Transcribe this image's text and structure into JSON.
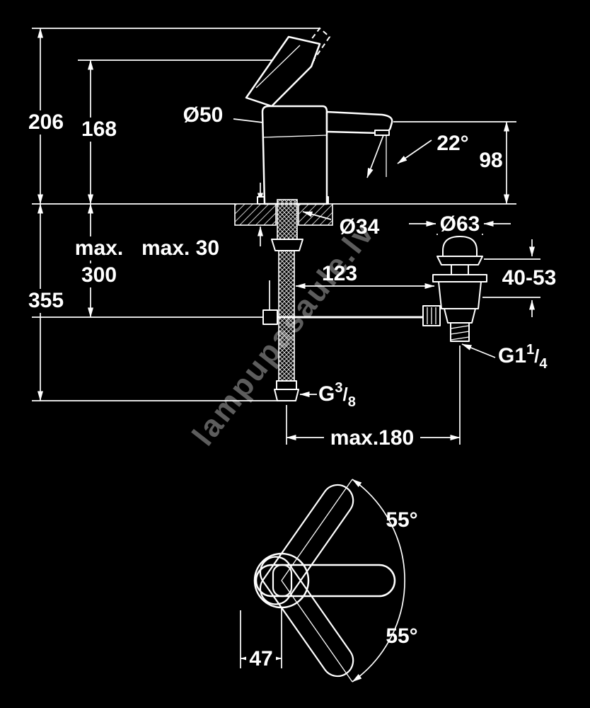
{
  "watermark": "lampupasaule.lv",
  "labels": {
    "height_total": "206",
    "height_spout": "168",
    "dia_body": "Ø50",
    "spout_angle": "22°",
    "height_aerator": "98",
    "max_hose_word": "max.",
    "max_hose_value": "300",
    "max_deck": "max. 30",
    "height_overall": "355",
    "dia_hole": "Ø34",
    "dia_waste_knob": "Ø63",
    "offset_waste": "123",
    "range_knob": "40-53",
    "waste_thread_base": "G1",
    "waste_thread_num": "1",
    "waste_thread_slash": "/",
    "waste_thread_den": "4",
    "supply_thread_base": "G",
    "supply_thread_num": "3",
    "supply_thread_slash": "/",
    "supply_thread_den": "8",
    "max_projection": "max.180",
    "swing_top": "55°",
    "swing_bottom": "55°",
    "handle_offset": "47"
  }
}
